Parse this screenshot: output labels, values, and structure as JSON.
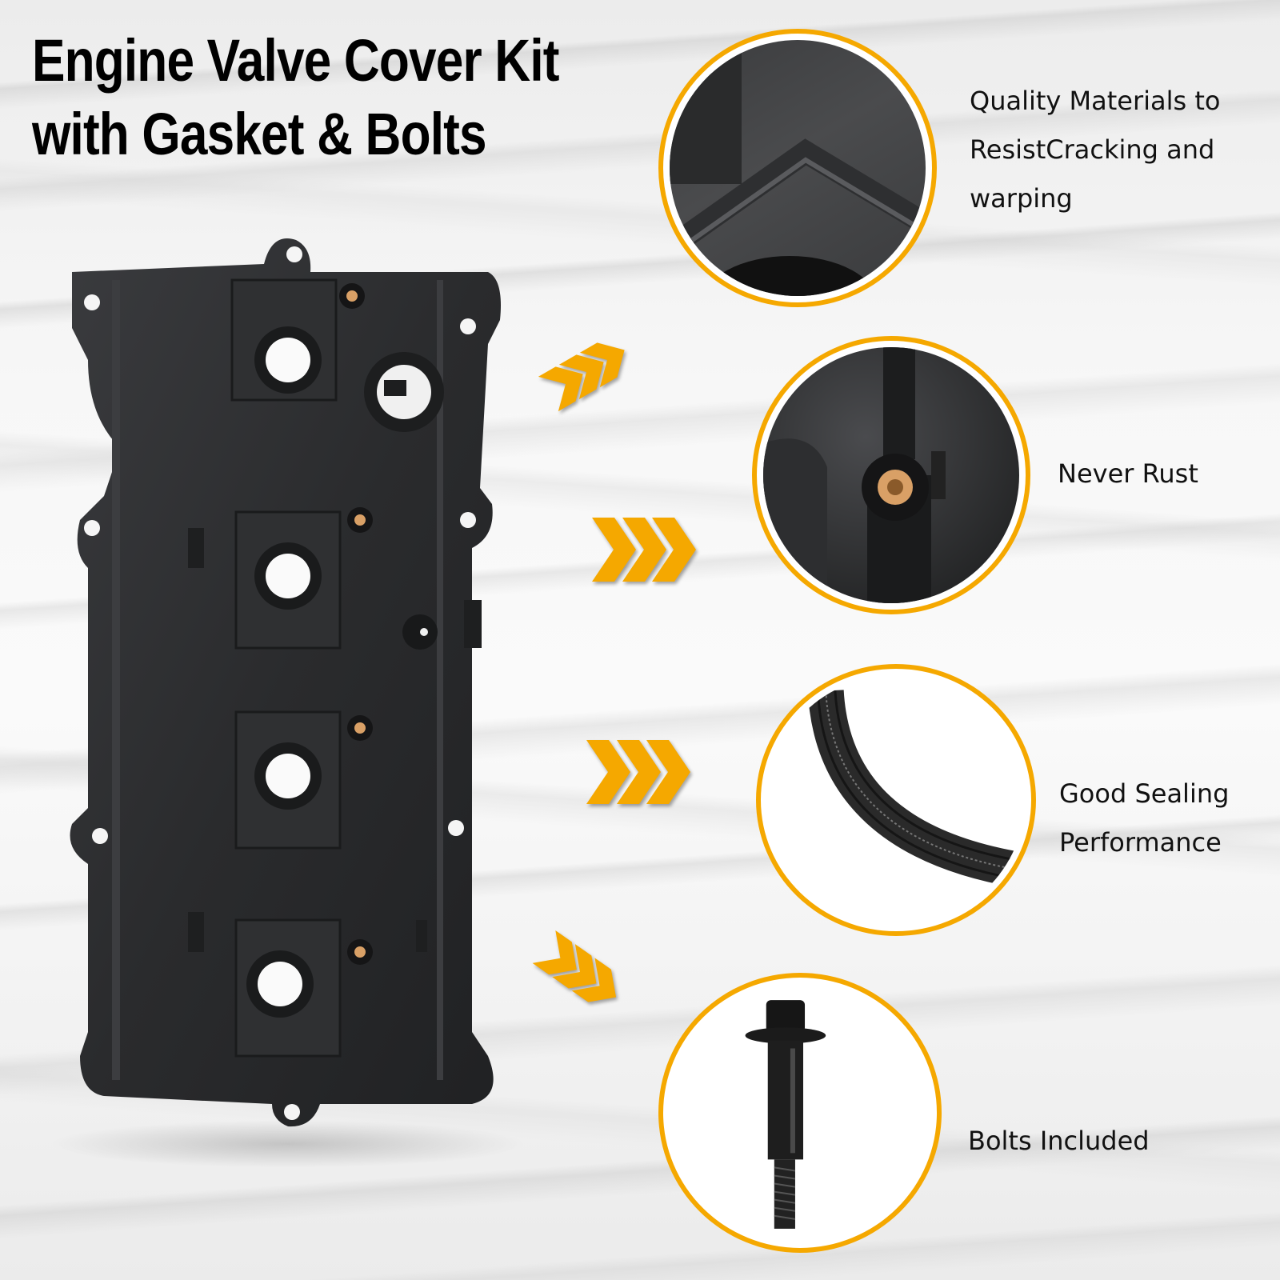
{
  "colors": {
    "accent": "#F5A800",
    "title_text": "#000000",
    "feature_text": "#111111",
    "plastic_dark": "#2b2c2e",
    "brass": "#d9a066",
    "background": "#f4f4f4"
  },
  "header": {
    "title_line1": "Engine Valve Cover Kit",
    "title_line2": "with Gasket & Bolts"
  },
  "product": {
    "name": "valve-cover",
    "icon": "engine-valve-cover-icon"
  },
  "features": [
    {
      "id": "quality",
      "icon": "plastic-texture-closeup-icon",
      "lines": [
        "Quality Materials to",
        "ResistCracking and",
        "warping"
      ]
    },
    {
      "id": "rust",
      "icon": "brass-insert-closeup-icon",
      "lines": [
        "Never Rust"
      ]
    },
    {
      "id": "sealing",
      "icon": "gasket-closeup-icon",
      "lines": [
        "Good Sealing",
        "Performance"
      ]
    },
    {
      "id": "bolts",
      "icon": "bolt-icon",
      "lines": [
        "Bolts Included"
      ]
    }
  ],
  "arrows": [
    {
      "icon": "chevron-triple-up-right-icon"
    },
    {
      "icon": "chevron-triple-right-icon"
    },
    {
      "icon": "chevron-triple-right-icon"
    },
    {
      "icon": "chevron-triple-down-right-icon"
    }
  ]
}
